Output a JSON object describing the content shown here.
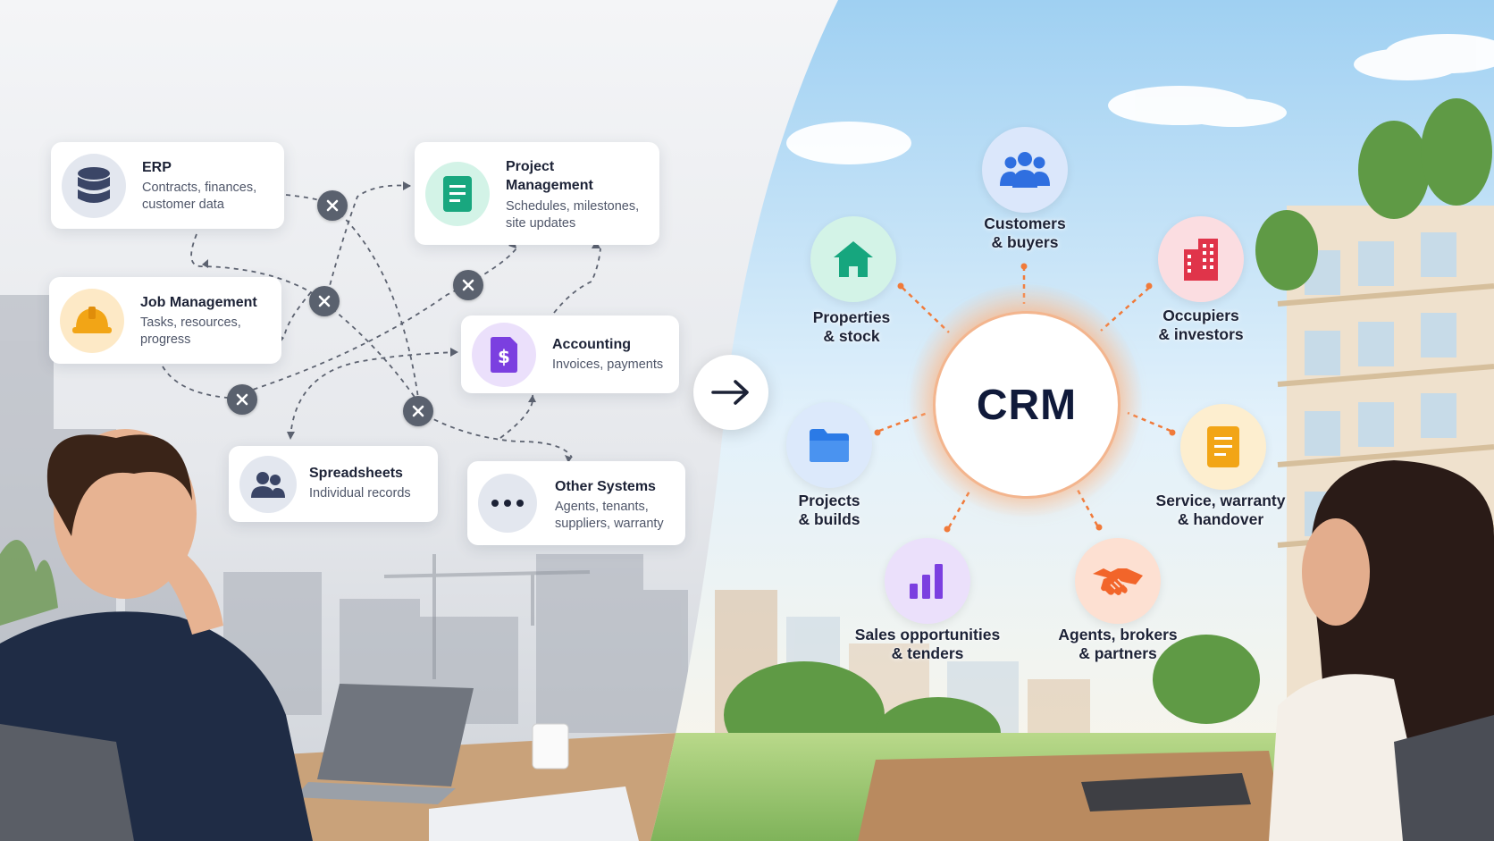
{
  "left_panel": {
    "cards": [
      {
        "id": "erp",
        "title": "ERP",
        "subtitle": [
          "Contracts, finances,",
          "customer data"
        ]
      },
      {
        "id": "project-management",
        "title": [
          "Project",
          "Management"
        ],
        "subtitle": [
          "Schedules, milestones,",
          "site updates"
        ]
      },
      {
        "id": "job-management",
        "title": "Job Management",
        "subtitle": [
          "Tasks, resources,",
          "progress"
        ]
      },
      {
        "id": "accounting",
        "title": "Accounting",
        "subtitle": [
          "Invoices, payments"
        ]
      },
      {
        "id": "spreadsheets",
        "title": "Spreadsheets",
        "subtitle": [
          "Individual records"
        ]
      },
      {
        "id": "other-systems",
        "title": "Other Systems",
        "subtitle": [
          "Agents, tenants,",
          "suppliers, warranty"
        ]
      }
    ],
    "broken_link_icon": "x-circle-icon"
  },
  "transition": {
    "icon": "arrow-right-icon"
  },
  "right_panel": {
    "hub": {
      "label": "CRM"
    },
    "nodes": [
      {
        "id": "customers",
        "label": [
          "Customers",
          "& buyers"
        ],
        "icon": "people-icon",
        "color": "#2f6fe0",
        "bg": "#dbe7fb"
      },
      {
        "id": "occupiers",
        "label": [
          "Occupiers",
          "& investors"
        ],
        "icon": "building-icon",
        "color": "#e0344a",
        "bg": "#fbdde1"
      },
      {
        "id": "service",
        "label": [
          "Service, warranty",
          "& handover"
        ],
        "icon": "document-icon",
        "color": "#f2a516",
        "bg": "#fdeecf"
      },
      {
        "id": "agents",
        "label": [
          "Agents, brokers",
          "& partners"
        ],
        "icon": "handshake-icon",
        "color": "#f2652a",
        "bg": "#fde0d2"
      },
      {
        "id": "sales",
        "label": [
          "Sales opportunities",
          "& tenders"
        ],
        "icon": "bar-chart-icon",
        "color": "#7b3fe0",
        "bg": "#ebe0fb"
      },
      {
        "id": "projects",
        "label": [
          "Projects",
          "& builds"
        ],
        "icon": "folder-icon",
        "color": "#2b7ae6",
        "bg": "#dce9fb"
      },
      {
        "id": "properties",
        "label": [
          "Properties",
          "& stock"
        ],
        "icon": "house-icon",
        "color": "#16a67e",
        "bg": "#d3f3e7"
      }
    ],
    "connector_color": "#f07a3a"
  }
}
